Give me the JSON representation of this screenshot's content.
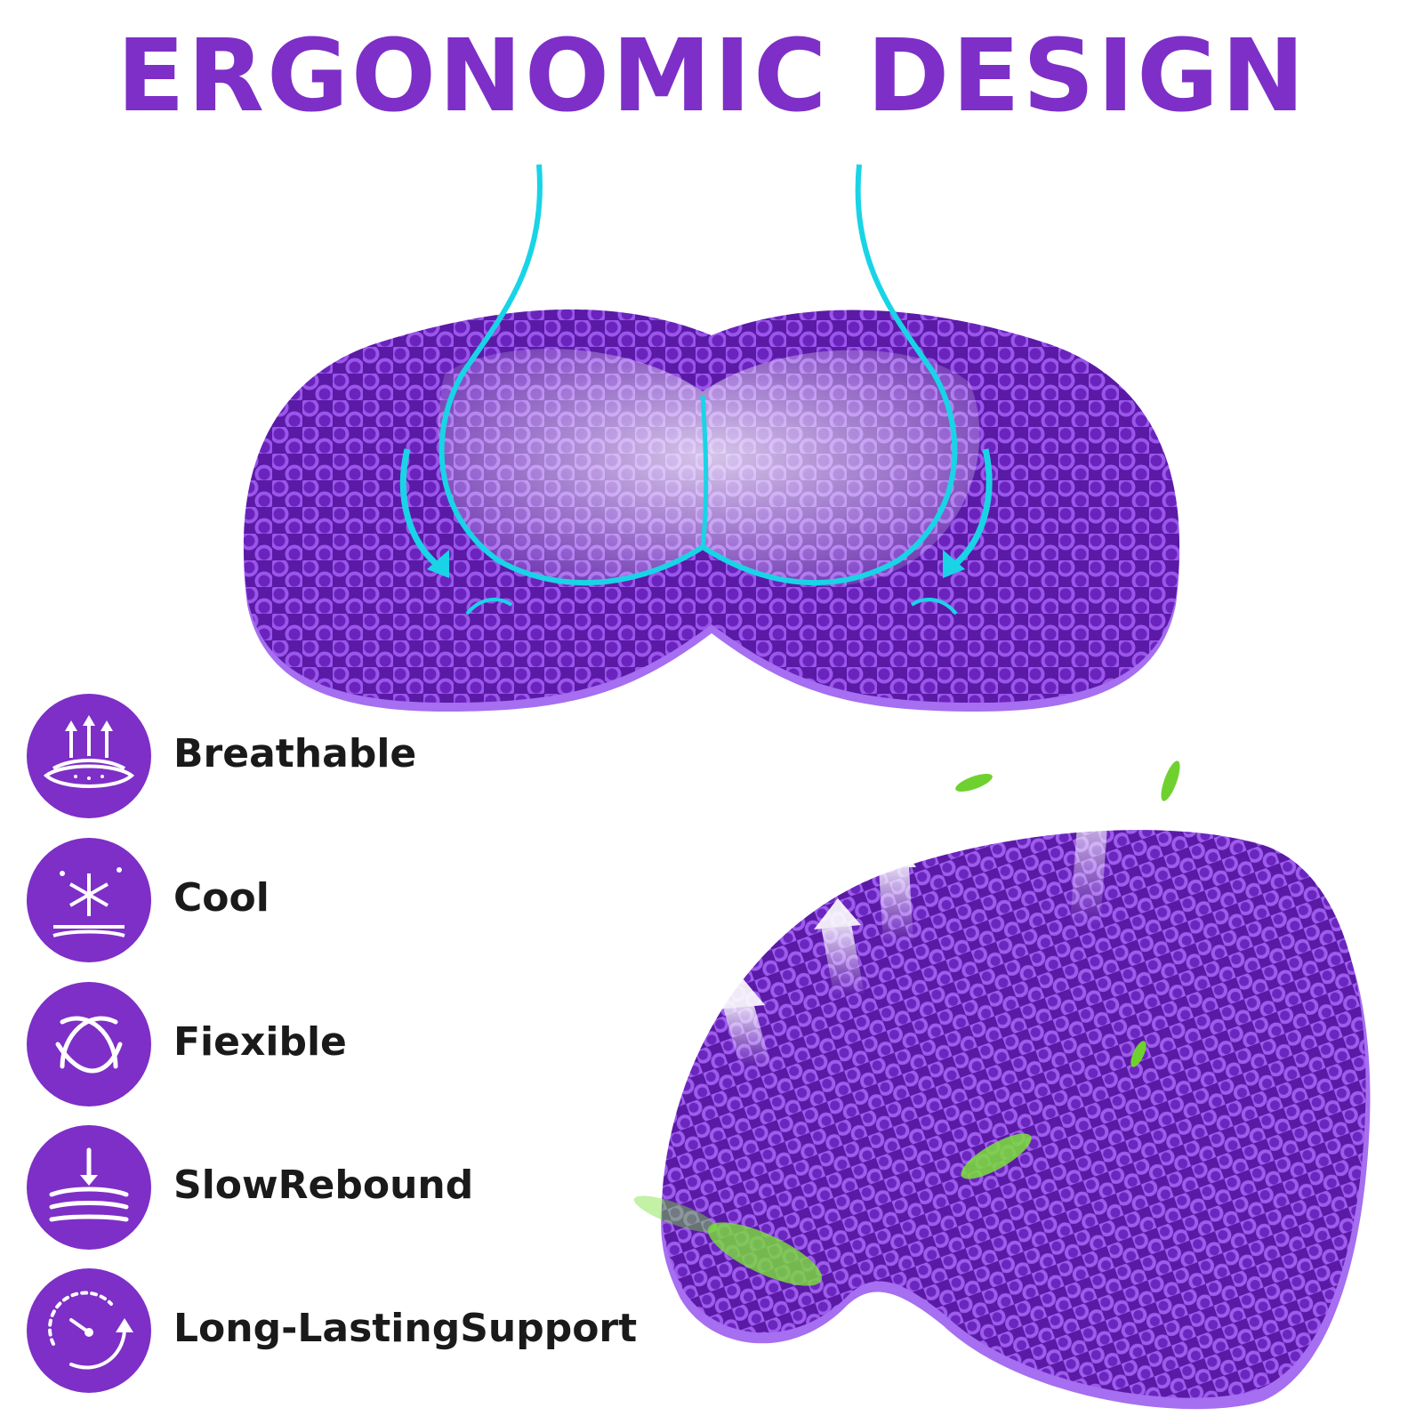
{
  "header": {
    "title": "ERGONOMIC DESIGN"
  },
  "features": [
    {
      "icon": "breathable-layers-icon",
      "label": "Breathable"
    },
    {
      "icon": "snowflake-cool-icon",
      "label": "Cool"
    },
    {
      "icon": "flexible-twist-icon",
      "label": "Fiexible"
    },
    {
      "icon": "slow-rebound-icon",
      "label": "SlowRebound"
    },
    {
      "icon": "gauge-support-icon",
      "label": "Long-LastingSupport"
    }
  ],
  "colors": {
    "brand_purple": "#7d2fc7",
    "cushion_purple": "#8a3fe0",
    "cushion_dark": "#5a1aa6",
    "contour_cyan": "#19d4e6",
    "leaf_green": "#6fd12f"
  }
}
